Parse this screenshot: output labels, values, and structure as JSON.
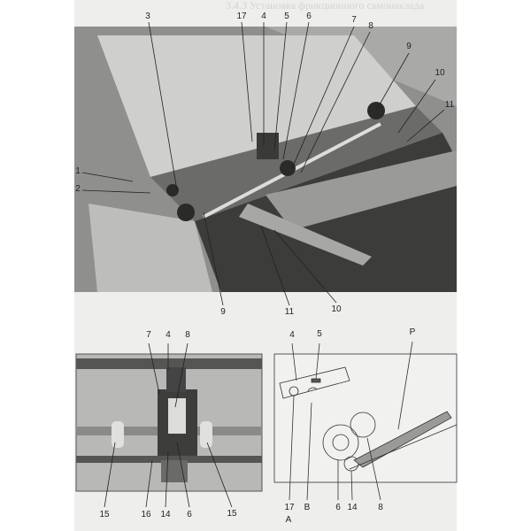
{
  "ghost_heading": "3.4.3  Установка фрикционного самонаклада",
  "top_photo": {
    "labels": [
      {
        "id": "3",
        "text": "3"
      },
      {
        "id": "17",
        "text": "17"
      },
      {
        "id": "4",
        "text": "4"
      },
      {
        "id": "5",
        "text": "5"
      },
      {
        "id": "6",
        "text": "6"
      },
      {
        "id": "7",
        "text": "7"
      },
      {
        "id": "8",
        "text": "8"
      },
      {
        "id": "9",
        "text": "9"
      },
      {
        "id": "10",
        "text": "10"
      },
      {
        "id": "11",
        "text": "11"
      },
      {
        "id": "1",
        "text": "1"
      },
      {
        "id": "2",
        "text": "2"
      },
      {
        "id": "9b",
        "text": "9"
      },
      {
        "id": "11b",
        "text": "11"
      },
      {
        "id": "10b",
        "text": "10"
      }
    ]
  },
  "bottom_left_photo": {
    "labels": [
      {
        "id": "7",
        "text": "7"
      },
      {
        "id": "4",
        "text": "4"
      },
      {
        "id": "8",
        "text": "8"
      },
      {
        "id": "15",
        "text": "15"
      },
      {
        "id": "16",
        "text": "16"
      },
      {
        "id": "14",
        "text": "14"
      },
      {
        "id": "6",
        "text": "6"
      },
      {
        "id": "15b",
        "text": "15"
      }
    ]
  },
  "bottom_right_diagram": {
    "labels": [
      {
        "id": "4",
        "text": "4"
      },
      {
        "id": "5",
        "text": "5"
      },
      {
        "id": "P",
        "text": "P"
      },
      {
        "id": "17",
        "text": "17"
      },
      {
        "id": "A",
        "text": "A"
      },
      {
        "id": "B",
        "text": "B"
      },
      {
        "id": "6",
        "text": "6"
      },
      {
        "id": "14",
        "text": "14"
      },
      {
        "id": "8",
        "text": "8"
      }
    ]
  }
}
